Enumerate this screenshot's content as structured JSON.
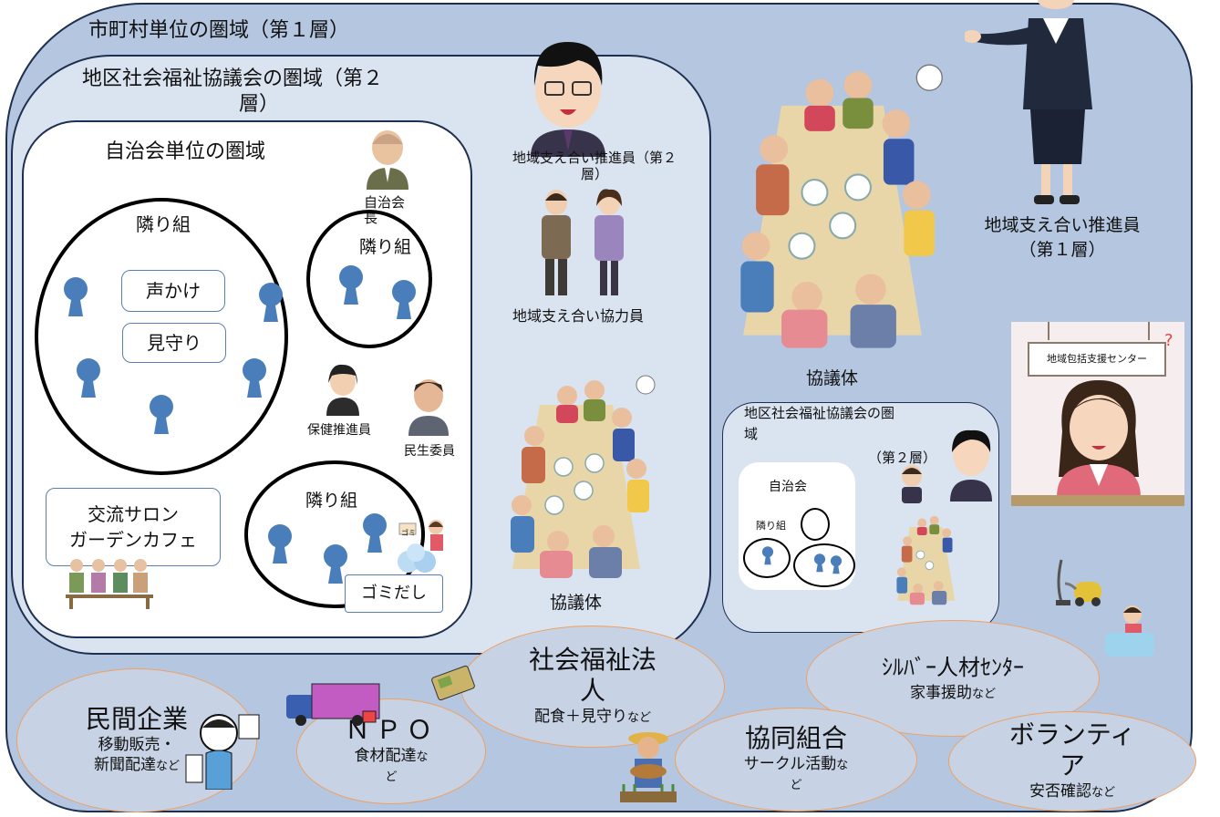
{
  "layer1": {
    "title": "市町村単位の圏域（第１層）"
  },
  "layer2": {
    "title_line1": "地区社会福祉協議会の圏域（第２",
    "title_line2": "層）"
  },
  "jichikai": {
    "title": "自治会単位の圏域",
    "chief_label": "自治会長",
    "tonari_big": "隣り組",
    "tonari_small_top": "隣り組",
    "tonari_bottom": "隣り組",
    "koekake": "声かけ",
    "mimamori": "見守り",
    "hoken": "保健推進員",
    "minsei": "民生委員",
    "salon_line1": "交流サロン",
    "salon_line2": "ガーデンカフェ",
    "gomi": "ゴミだし",
    "gomi_tag": "ゴミ"
  },
  "middle": {
    "promoter2_line1": "地域支え合い推進員（第２",
    "promoter2_line2": "層）",
    "cooperator": "地域支え合い協力員",
    "council_bottom": "協議体"
  },
  "right": {
    "council_top": "協議体",
    "promoter1_line1": "地域支え合い推進員",
    "promoter1_line2": "（第１層）",
    "center_sign": "地域包括支援センター",
    "center_sign_mark": "?"
  },
  "mini": {
    "title_line1": "地区社会福祉協議会の圏",
    "title_line2": "域",
    "layer": "（第２層）",
    "jichikai": "自治会",
    "tonari": "隣り組"
  },
  "ellipses": {
    "shakai": {
      "title_line1": "社会福祉法",
      "title_line2": "人",
      "sub": "配食＋見守り",
      "suffix": "など"
    },
    "silver": {
      "title": "ｼﾙﾊﾞｰ人材ｾﾝﾀｰ",
      "sub": "家事援助",
      "suffix": "など"
    },
    "minkan": {
      "title": "民間企業",
      "sub_line1": "移動販売・",
      "sub_line2": "新聞配達",
      "suffix": "など"
    },
    "npo": {
      "title": "ＮＰＯ",
      "sub_line1": "食材配達",
      "suffix1": "な",
      "suffix2": "ど"
    },
    "kyodo": {
      "title": "協同組合",
      "sub": "サークル活動",
      "suffix1": "な",
      "suffix2": "ど"
    },
    "volunteer": {
      "title_line1": "ボランティ",
      "title_line2": "ア",
      "sub": "安否確認",
      "suffix": "など"
    }
  },
  "colors": {
    "layer1_fill": "#b4c6e0",
    "layer2_fill": "#dae3f0",
    "pin": "#4a7ebb",
    "ellipse_border": "#f0a060",
    "ellipse_fill": "#c7d3e5"
  }
}
